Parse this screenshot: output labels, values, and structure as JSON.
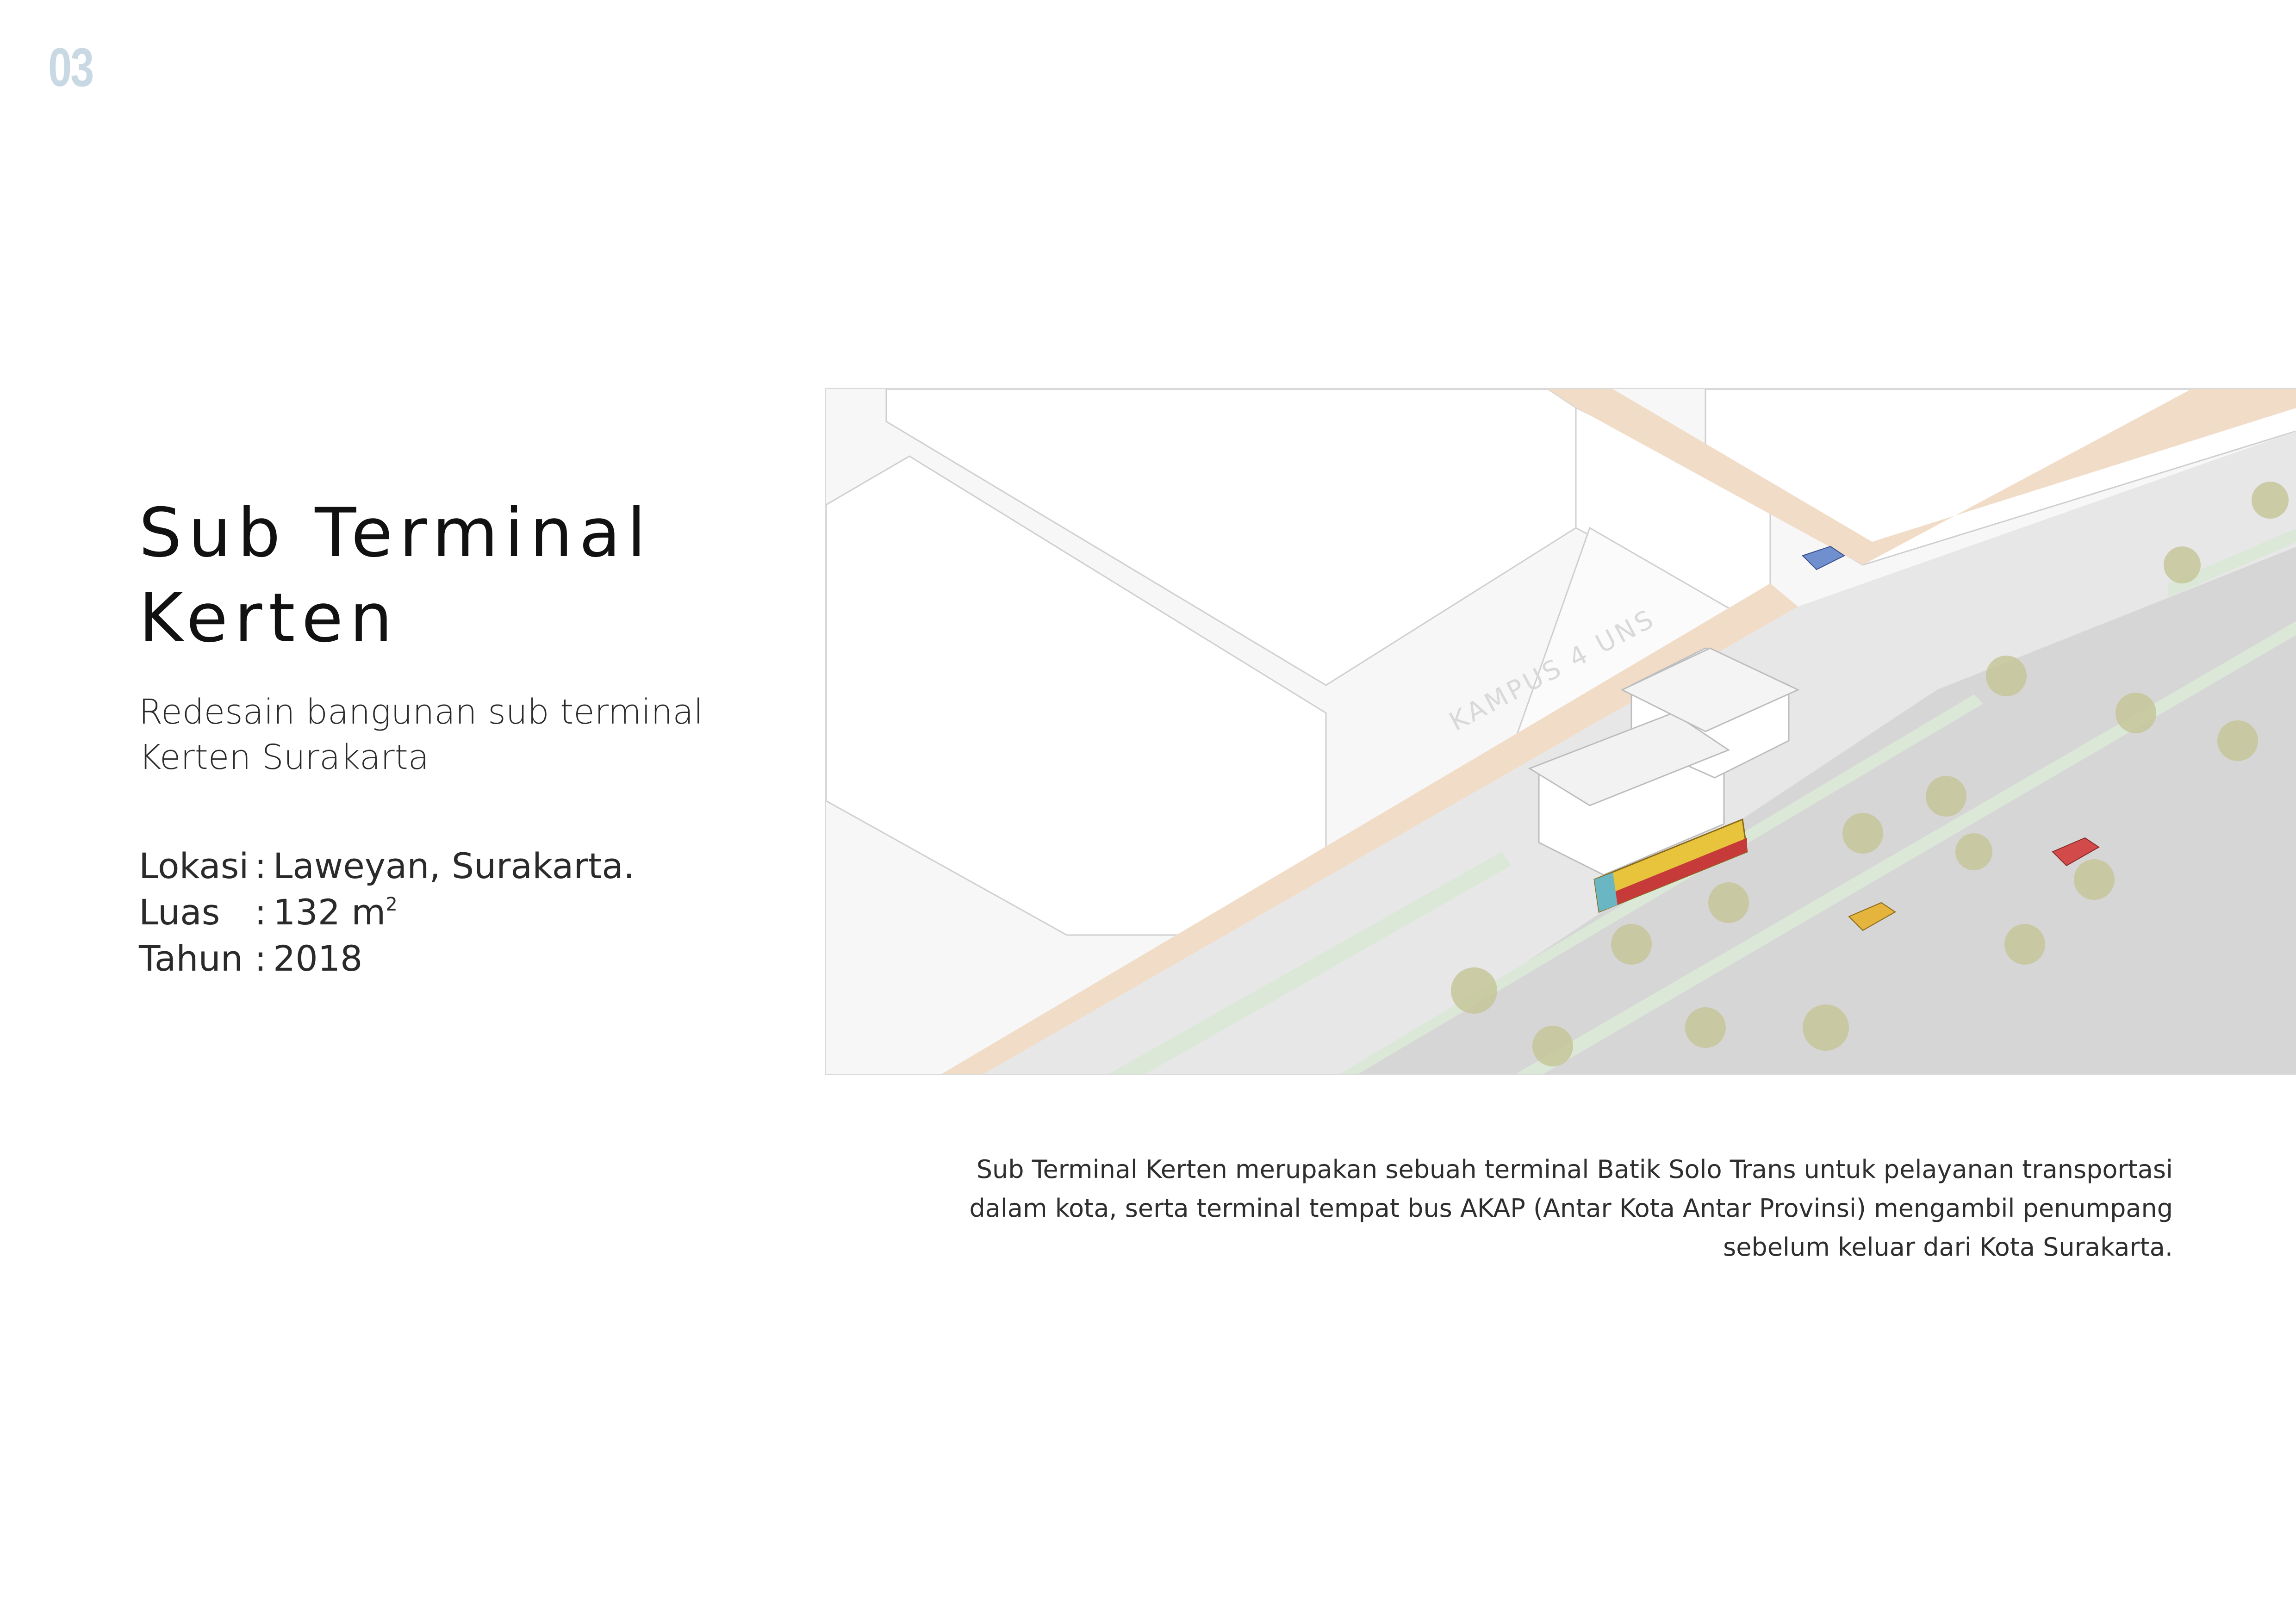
{
  "page_number": "03",
  "title_line1": "Sub Terminal",
  "title_line2": "Kerten",
  "subtitle": "Redesain bangunan sub terminal Kerten Surakarta",
  "info": [
    {
      "label": "Lokasi",
      "sep": ":",
      "value": "Laweyan, Surakarta."
    },
    {
      "label": "Luas",
      "sep": ":",
      "value": "132 m",
      "sup": "2"
    },
    {
      "label": "Tahun",
      "sep": ":",
      "value": "2018"
    }
  ],
  "drawing_label": "KAMPUS 4 UNS",
  "description": "Sub Terminal Kerten merupakan sebuah terminal Batik Solo Trans untuk pelayanan transportasi dalam kota, serta terminal tempat bus AKAP (Antar Kota Antar Provinsi) mengambil penumpang sebelum keluar dari Kota Surakarta.",
  "colors": {
    "page_number": "#c9d9e4",
    "road": "#d6d6d6",
    "green_strip": "#d8e6d6",
    "sidewalk_edge": "#f1dcc8",
    "bus_body": "#e8c33c",
    "bus_stripe": "#c63a3a",
    "car_red": "#d24a4a",
    "car_yellow": "#e4b43c",
    "car_blue": "#6f8fcf",
    "tree": "#c5c59a"
  }
}
